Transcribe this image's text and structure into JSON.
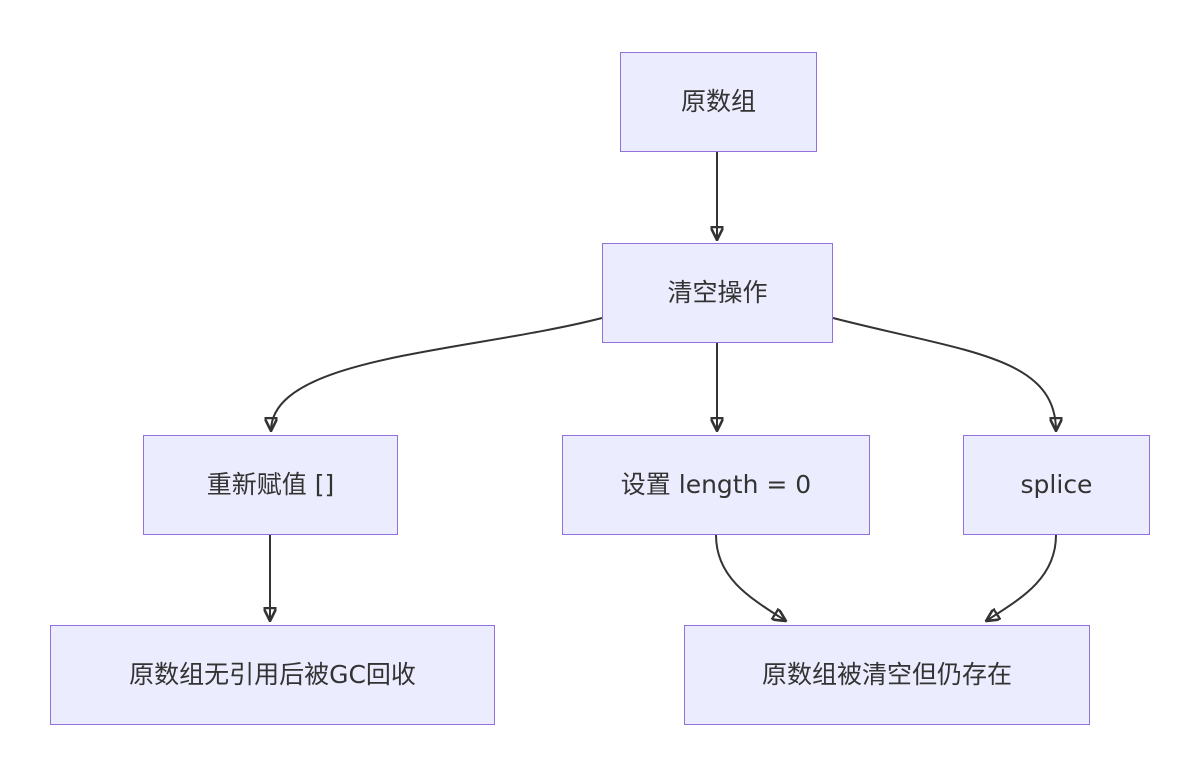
{
  "page": {
    "background_color": "#ffffff"
  },
  "diagram": {
    "type": "flowchart",
    "direction": "top-down",
    "colors": {
      "node_fill": "#ECECFF",
      "node_border": "#9370DB",
      "edge": "#333333",
      "text": "#333333"
    },
    "nodes": [
      {
        "id": "original-array",
        "label": "原数组"
      },
      {
        "id": "clear-operation",
        "label": "清空操作"
      },
      {
        "id": "reassign-empty-array",
        "label": "重新赋值 []"
      },
      {
        "id": "set-length-zero",
        "label": "设置 length = 0"
      },
      {
        "id": "splice",
        "label": "splice"
      },
      {
        "id": "gc-collected",
        "label": "原数组无引用后被GC回收"
      },
      {
        "id": "cleared-but-exists",
        "label": "原数组被清空但仍存在"
      }
    ],
    "edges": [
      {
        "from": "original-array",
        "to": "clear-operation"
      },
      {
        "from": "clear-operation",
        "to": "reassign-empty-array"
      },
      {
        "from": "clear-operation",
        "to": "set-length-zero"
      },
      {
        "from": "clear-operation",
        "to": "splice"
      },
      {
        "from": "reassign-empty-array",
        "to": "gc-collected"
      },
      {
        "from": "set-length-zero",
        "to": "cleared-but-exists"
      },
      {
        "from": "splice",
        "to": "cleared-but-exists"
      }
    ]
  }
}
